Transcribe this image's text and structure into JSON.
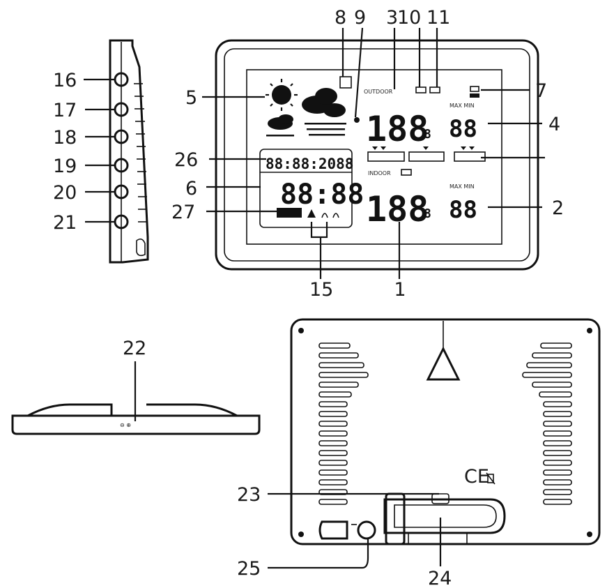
{
  "callouts": {
    "c1": "1",
    "c2": "2",
    "c3": "3",
    "c4": "4",
    "c5": "5",
    "c6": "6",
    "c7": "7",
    "c8": "8",
    "c9": "9",
    "c10": "10",
    "c11": "11",
    "c15": "15",
    "c16": "16",
    "c17": "17",
    "c18": "18",
    "c19": "19",
    "c20": "20",
    "c21": "21",
    "c22": "22",
    "c23": "23",
    "c24": "24",
    "c25": "25",
    "c26": "26",
    "c27": "27"
  },
  "display": {
    "outdoor_label": "OUTDOOR",
    "indoor_label": "INDOOR",
    "outdoor_temp": "188",
    "indoor_temp": "188",
    "outdoor_humidity": "88",
    "indoor_humidity": "88",
    "max_min_top": "MAX MIN",
    "max_min_bottom": "MAX MIN",
    "datetime": "88:88:2088",
    "clock": "88:88",
    "decimal": "8"
  },
  "icons": {
    "sun": "sun-icon",
    "clouds": "cloud-icon",
    "rain": "rain-icon",
    "ce_mark": "CE"
  }
}
